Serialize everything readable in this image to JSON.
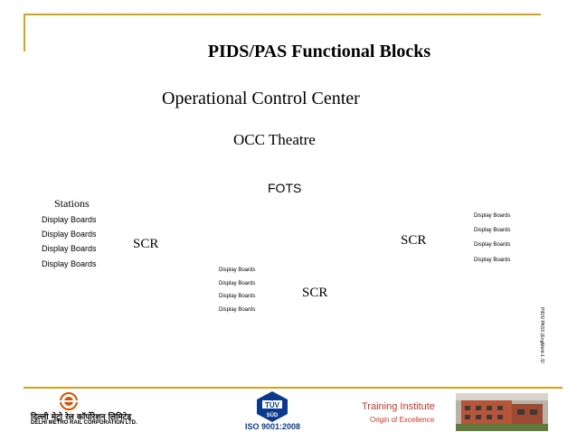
{
  "slide": {
    "title": "PIDS/PAS Functional Blocks",
    "occ": "Operational Control Center",
    "theatre": "OCC Theatre",
    "fots": "FOTS",
    "stations": "Stations",
    "scr_left": "SCR",
    "scr_center": "SCR",
    "scr_right": "SCR",
    "display_boards_left": [
      "Display Boards",
      "Display Boards",
      "Display Boards",
      "Display Boards"
    ],
    "display_boards_center": [
      "Display Boards",
      "Display Boards",
      "Display Boards",
      "Display Boards"
    ],
    "display_boards_right": [
      "Display Boards",
      "Display Boards",
      "Display Boards",
      "Display Boards"
    ],
    "side_text": "PIDS/ PASS (EngMeht-1 /2/"
  },
  "footer": {
    "dmrc_hindi": "दिल्ली मेट्रो रेल कॉर्पोरेशन लिमिटेड",
    "dmrc_english": "DELHI METRO RAIL CORPORATION LTD.",
    "tuv_text": "TÜV",
    "tuv_sub": "SÜD",
    "iso": "ISO 9001:2008",
    "training": "Training Institute",
    "origin": "Origin of Excellence"
  },
  "colors": {
    "frame": "#d4a216",
    "dmrc_orange": "#d35400",
    "tuv_blue": "#0b3a8c",
    "training_red": "#c0392b"
  }
}
